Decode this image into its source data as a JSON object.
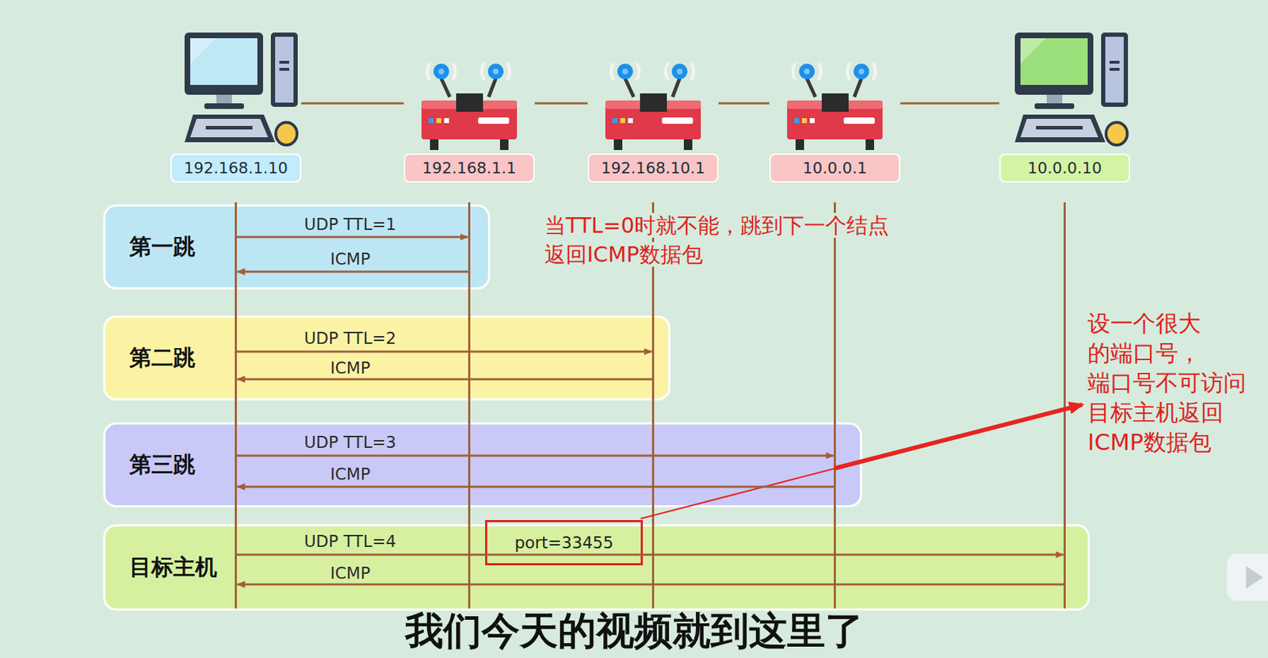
{
  "diagram": {
    "caption": "我们今天的视频就到这里了",
    "nodes": [
      {
        "text": [
          "192.168.1.10"
        ]
      },
      {
        "text": [
          "192.168.1.1"
        ]
      },
      {
        "text": [
          "192.168.10.1"
        ]
      },
      {
        "text": [
          "10.0.0.1"
        ]
      },
      {
        "text": [
          "10.0.0.10"
        ]
      },
      {
        "text": [
          "第一跳"
        ]
      },
      {
        "text": [
          "第二跳"
        ]
      },
      {
        "text": [
          "第三跳"
        ]
      },
      {
        "text": [
          "目标主机"
        ]
      },
      {
        "text": [
          "port=33455"
        ],
        "in": 8
      }
    ],
    "edges": [
      {
        "from": 0,
        "to": 1,
        "arrow": "none"
      },
      {
        "from": 1,
        "to": 2,
        "arrow": "none"
      },
      {
        "from": 2,
        "to": 3,
        "arrow": "none"
      },
      {
        "from": 3,
        "to": 4,
        "arrow": "none"
      },
      {
        "from": 0,
        "to": 1,
        "arrow": "to",
        "label": "UDP TTL=1"
      },
      {
        "from": 1,
        "to": 0,
        "arrow": "to",
        "label": "ICMP"
      },
      {
        "from": 0,
        "to": 2,
        "arrow": "to",
        "label": "UDP TTL=2"
      },
      {
        "from": 2,
        "to": 0,
        "arrow": "to",
        "label": "ICMP"
      },
      {
        "from": 0,
        "to": 3,
        "arrow": "to",
        "label": "UDP TTL=3"
      },
      {
        "from": 3,
        "to": 0,
        "arrow": "to",
        "label": "ICMP"
      },
      {
        "from": 0,
        "to": 4,
        "arrow": "to",
        "label": "UDP TTL=4"
      },
      {
        "from": 4,
        "to": 0,
        "arrow": "to",
        "label": "ICMP"
      }
    ],
    "labels": [
      "当TTL=0时就不能，跳到下一个结点 返回ICMP数据包",
      "设一个很大 的端口号， 端口号不可访问 目标主机返回 ICMP数据包"
    ]
  }
}
